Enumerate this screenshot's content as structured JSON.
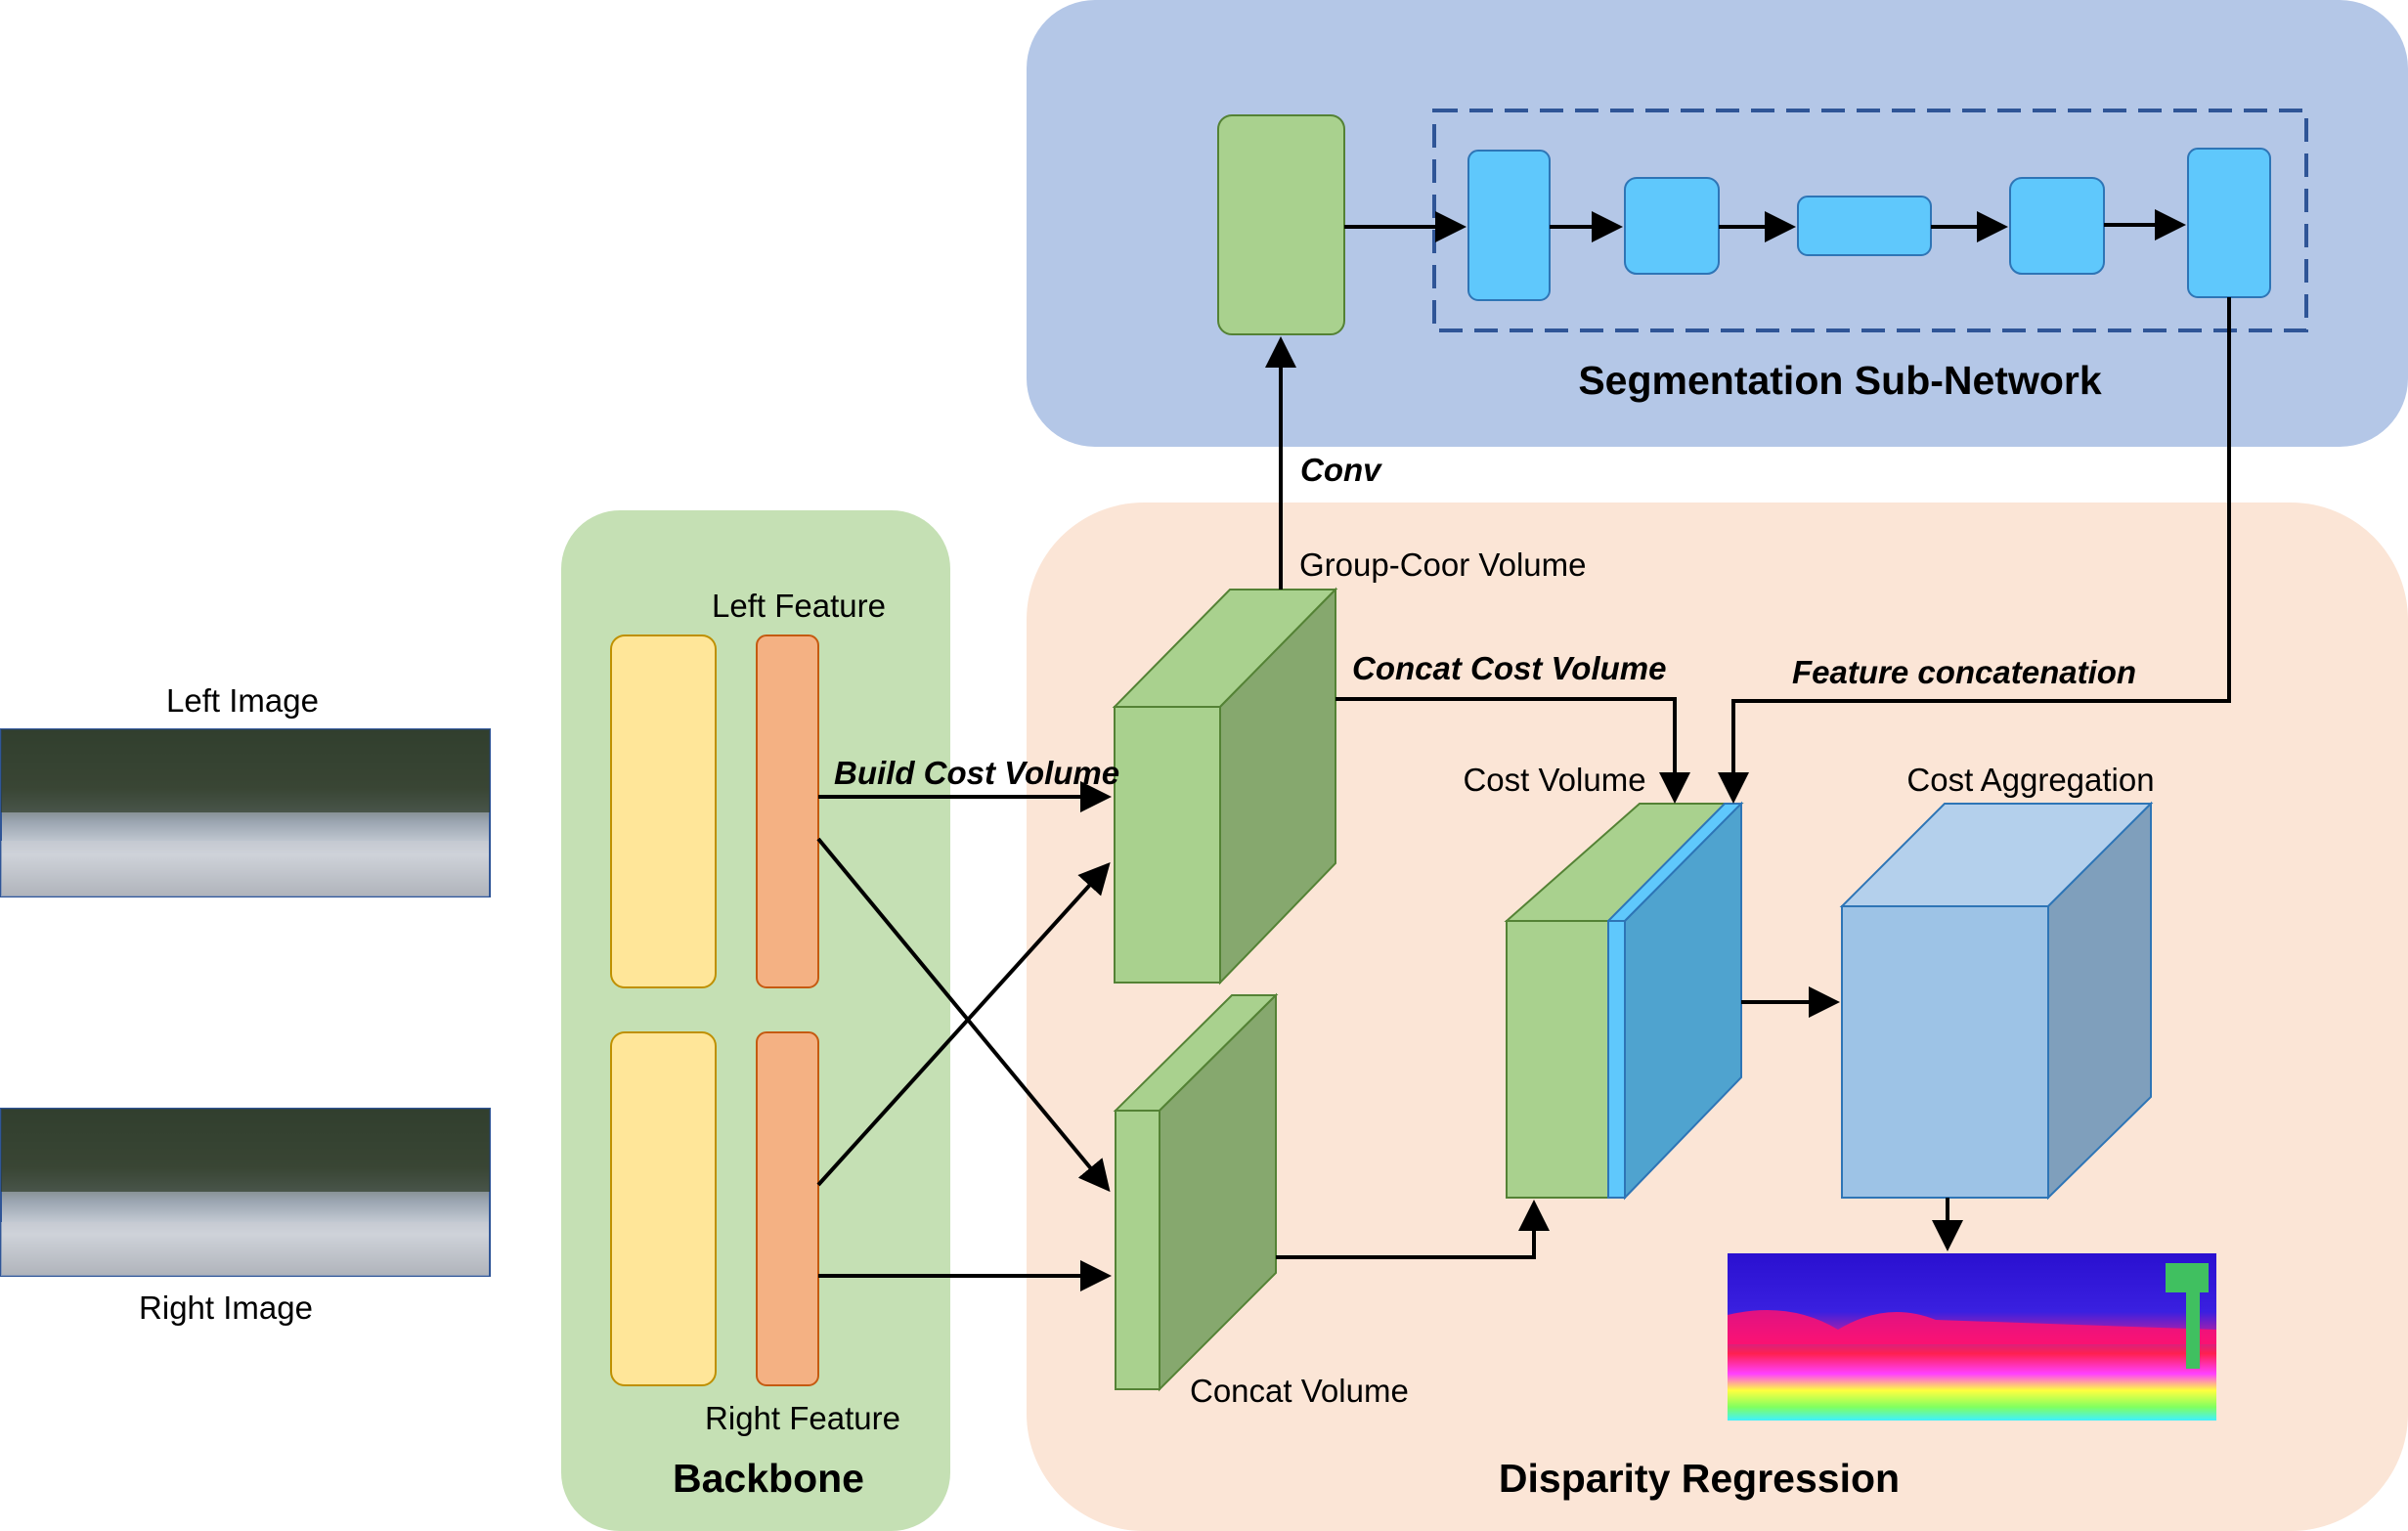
{
  "sections": {
    "segmentation_title": "Segmentation Sub-Network",
    "disparity_title": "Disparity Regression",
    "backbone_title": "Backbone"
  },
  "inputs": {
    "left_image_label": "Left Image",
    "right_image_label": "Right Image"
  },
  "features": {
    "left_label": "Left Feature",
    "right_label": "Right Feature"
  },
  "volumes": {
    "group_coor": "Group-Coor Volume",
    "concat": "Concat Volume",
    "cost": "Cost Volume",
    "aggregation": "Cost Aggregation"
  },
  "edges": {
    "conv": "Conv",
    "concat_cost_volume": "Concat Cost Volume",
    "build_cost_volume": "Build Cost Volume",
    "feature_concatenation": "Feature concatenation"
  },
  "colors": {
    "segmentation_bg": "#b4c7e7",
    "disparity_bg": "#fbe5d6",
    "backbone_bg": "#c5e0b4",
    "green_block": "#a9d18e",
    "cyan_block": "#5fc8fc",
    "yellow_block": "#ffe699",
    "orange_block": "#f4b183",
    "cost_blue": "#4fa3cf",
    "aggregation_blue": "#9dc3e6"
  }
}
